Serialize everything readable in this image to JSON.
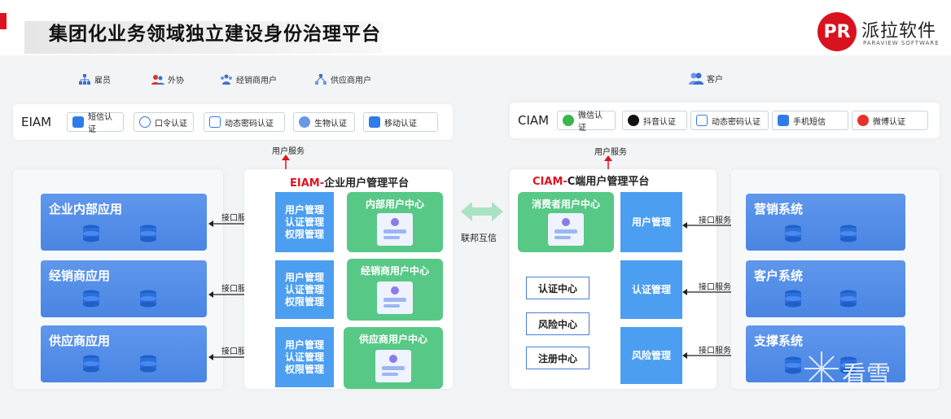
{
  "header": {
    "title": "集团化业务领域独立建设身份治理平台",
    "logo_mark": "PR",
    "logo_cn": "派拉软件",
    "logo_en": "PARAVIEW SOFTWARE"
  },
  "eiam": {
    "user_types": [
      "雇员",
      "外协",
      "经销商用户",
      "供应商用户"
    ],
    "bar_label": "EIAM",
    "auth_methods": [
      "短信认证",
      "口令认证",
      "动态密码认证",
      "生物认证",
      "移动认证"
    ],
    "user_service": "用户服务",
    "platform_title_prefix": "EIAM-",
    "platform_title_rest": "企业用户管理平台",
    "apps": [
      "企业内部应用",
      "经销商应用",
      "供应商应用"
    ],
    "interface_service": "接口服务",
    "mgmt_lines": [
      "用户管理",
      "认证管理",
      "权限管理"
    ],
    "centers": [
      "内部用户中心",
      "经销商用户中心",
      "供应商用户中心"
    ]
  },
  "federation": "联邦互信",
  "ciam": {
    "user_type": "客户",
    "bar_label": "CIAM",
    "auth_methods": [
      "微信认证",
      "抖音认证",
      "动态密码认证",
      "手机短信",
      "微博认证"
    ],
    "user_service": "用户服务",
    "platform_title_prefix": "CIAM-",
    "platform_title_rest": "C端用户管理平台",
    "consumer_center": "消费者用户中心",
    "sub_centers": [
      "认证中心",
      "风险中心",
      "注册中心"
    ],
    "mgmt": [
      "用户管理",
      "认证管理",
      "风险管理"
    ],
    "interface_service": "接口服务",
    "systems": [
      "营销系统",
      "客户系统",
      "支撑系统"
    ]
  },
  "watermark": "看雪",
  "colors": {
    "accent_red": "#e0121f",
    "app_blue": "#4a85e3",
    "mgmt_blue": "#4c9ef0",
    "center_green": "#58c886"
  }
}
